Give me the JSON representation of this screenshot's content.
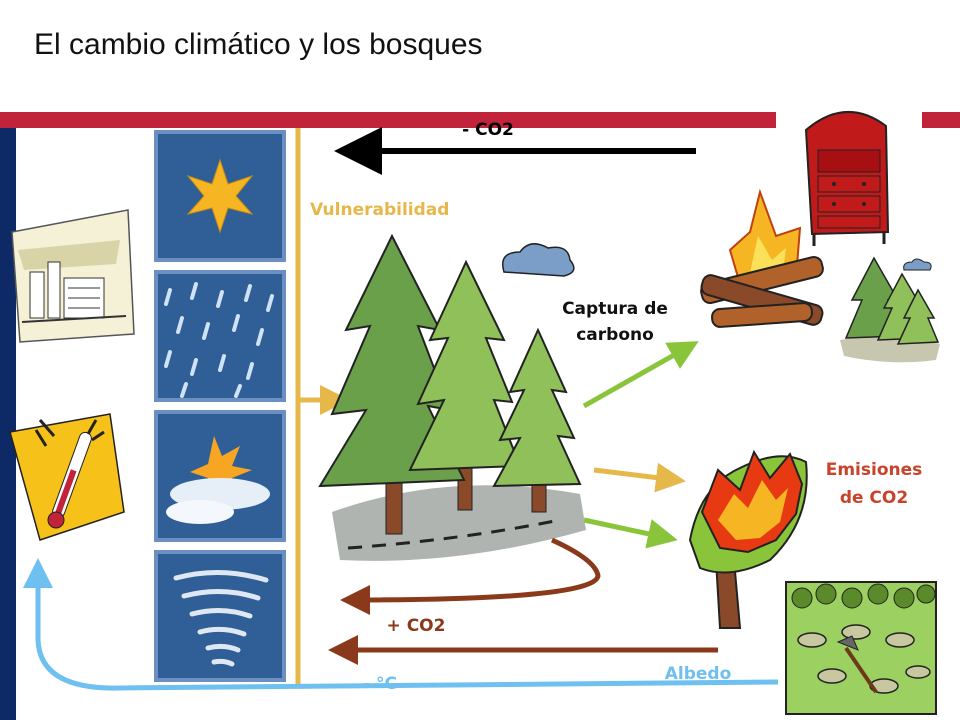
{
  "title": "El cambio climático y los bosques",
  "labels": {
    "co2_minus": "- CO2",
    "vulnerabilidad": "Vulnerabilidad",
    "captura": "Captura de carbono",
    "emisiones": "Emisiones de CO2",
    "co2_plus": "+ CO2",
    "albedo": "Albedo",
    "temp": "- °C"
  },
  "colors": {
    "bar_red": "#c0233a",
    "bar_navy": "#0d2a66",
    "label_orange": "#e6b84a",
    "label_red": "#c8432a",
    "arrow_green": "#8ac43a",
    "arrow_brown": "#8a3a1a",
    "arrow_blue": "#6ec0f0",
    "weather_blue": "#2f5f96"
  },
  "icons": [
    "factory-icon",
    "thermometer-icon",
    "sun-icon",
    "rain-icon",
    "storm-icon",
    "tornado-icon",
    "forest-icon",
    "cloud-icon",
    "furniture-icon",
    "campfire-icon",
    "pine-trees-icon",
    "burning-tree-icon",
    "deforestation-icon"
  ]
}
